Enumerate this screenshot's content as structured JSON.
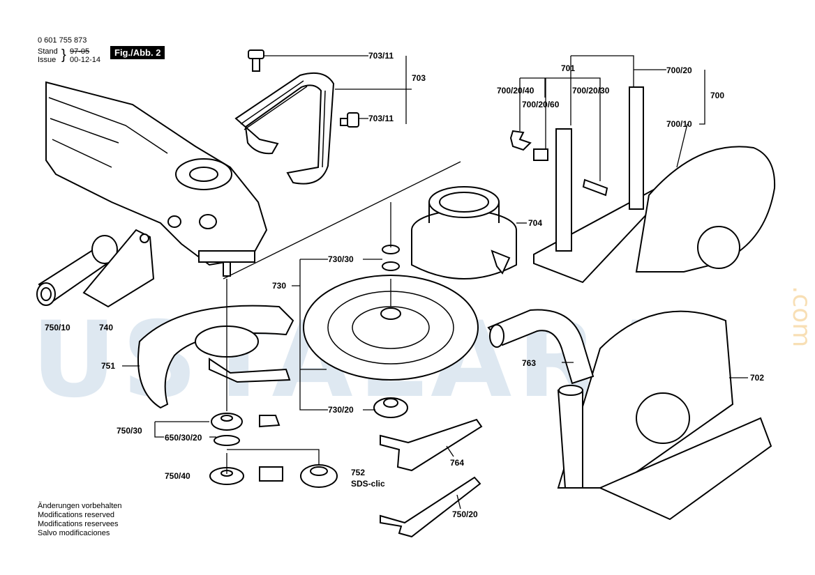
{
  "header": {
    "part_number": "0 601 755 873",
    "stand_label": "Stand",
    "issue_label": "Issue",
    "stand_date": "97-05",
    "issue_date": "00-12-14",
    "figure": "Fig./Abb. 2"
  },
  "labels": {
    "l703_11_top": "703/11",
    "l703": "703",
    "l703_11_bot": "703/11",
    "l701": "701",
    "l700_20": "700/20",
    "l700_20_40": "700/20/40",
    "l700_20_30": "700/20/30",
    "l700_20_60": "700/20/60",
    "l700": "700",
    "l700_10": "700/10",
    "l704": "704",
    "l730_30": "730/30",
    "l730": "730",
    "l730_20": "730/20",
    "l750_10": "750/10",
    "l740": "740",
    "l751": "751",
    "l763": "763",
    "l702": "702",
    "l750_30": "750/30",
    "l650_30_20": "650/30/20",
    "l750_40": "750/40",
    "l752": "752",
    "sds": "SDS-clic",
    "l764": "764",
    "l750_20": "750/20"
  },
  "notes": [
    "Änderungen vorbehalten",
    "Modifications reserved",
    "Modifications reservees",
    "Salvo modificaciones"
  ],
  "watermark": {
    "text": "USTALARA",
    "suffix": ".com"
  }
}
